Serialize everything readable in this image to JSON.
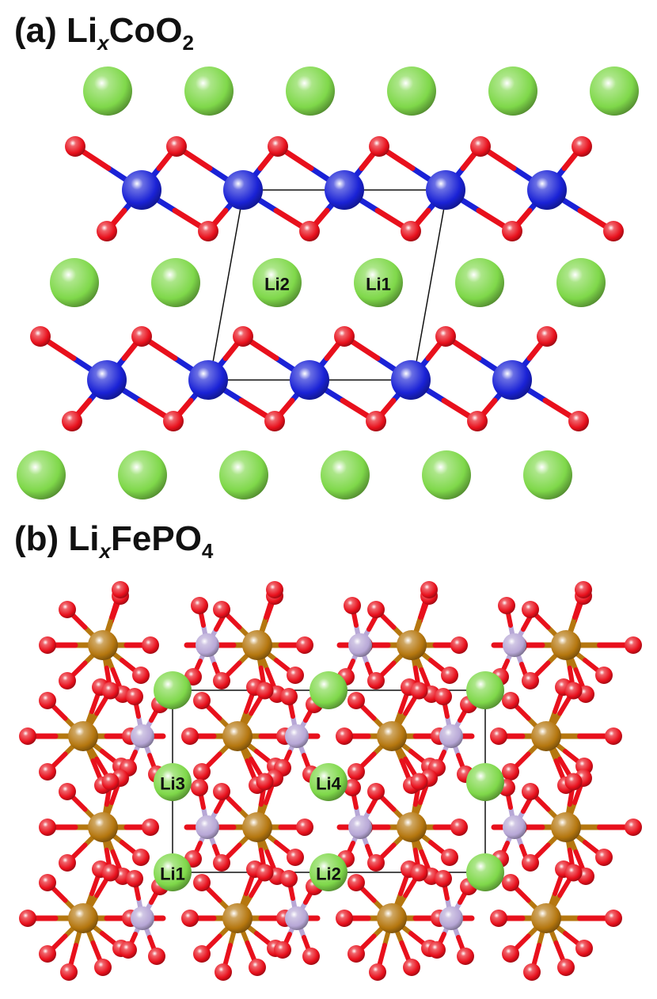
{
  "panel_a": {
    "label": "(a)",
    "formula": {
      "base": "Li",
      "sub_x": "x",
      "rest": "CoO",
      "sub_n": "2"
    },
    "site_labels": [
      "Li2",
      "Li1"
    ]
  },
  "panel_b": {
    "label": "(b)",
    "formula": {
      "base": "Li",
      "sub_x": "x",
      "rest": "FePO",
      "sub_n": "4"
    },
    "site_labels": [
      "Li3",
      "Li4",
      "Li1",
      "Li2"
    ]
  },
  "colors": {
    "lithium": "#7fd84a",
    "cobalt": "#1a22d6",
    "oxygen": "#e8101c",
    "iron": "#b5770f",
    "phosphorus": "#b7a7d6",
    "unit_cell": "#111111"
  }
}
